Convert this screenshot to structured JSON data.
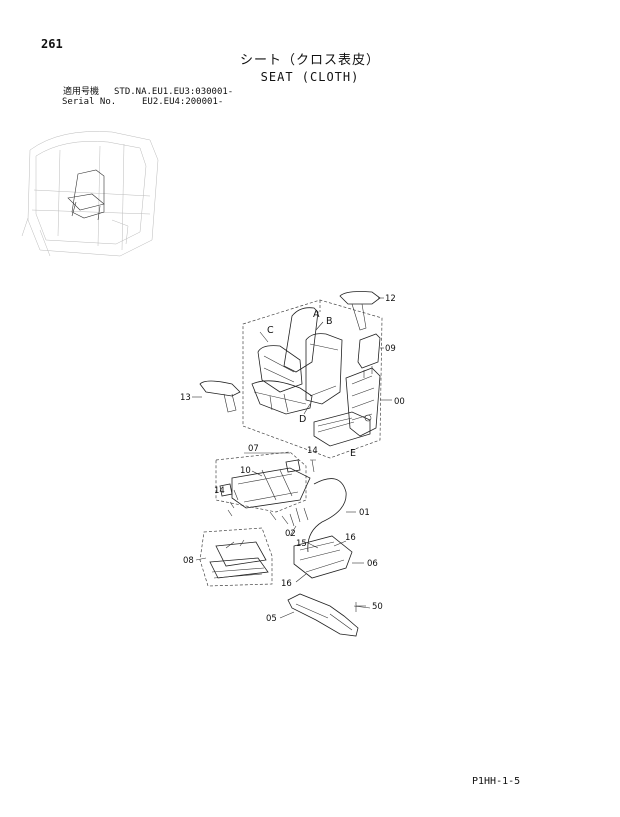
{
  "header": {
    "page_number": "261",
    "title_jp": "シート（クロス表皮）",
    "title_en": "SEAT (CLOTH)",
    "serial_label_jp": "適用号機",
    "serial_label_en": "Serial No.",
    "serial_line1": "STD.NA.EU1.EU3:030001-",
    "serial_line2": "EU2.EU4:200001-"
  },
  "callouts": {
    "p12": "12",
    "p09": "09",
    "p00": "00",
    "p13": "13",
    "pA": "A",
    "pB": "B",
    "pC": "C",
    "pD": "D",
    "pE": "E",
    "p07": "07",
    "p14a": "14",
    "p10": "10",
    "p14b": "14",
    "p01": "01",
    "p02": "02",
    "p16a": "16",
    "p15": "15",
    "p06": "06",
    "p08": "08",
    "p16b": "16",
    "p50": "50",
    "p05": "05"
  },
  "footer": {
    "code": "P1HH-1-5"
  }
}
